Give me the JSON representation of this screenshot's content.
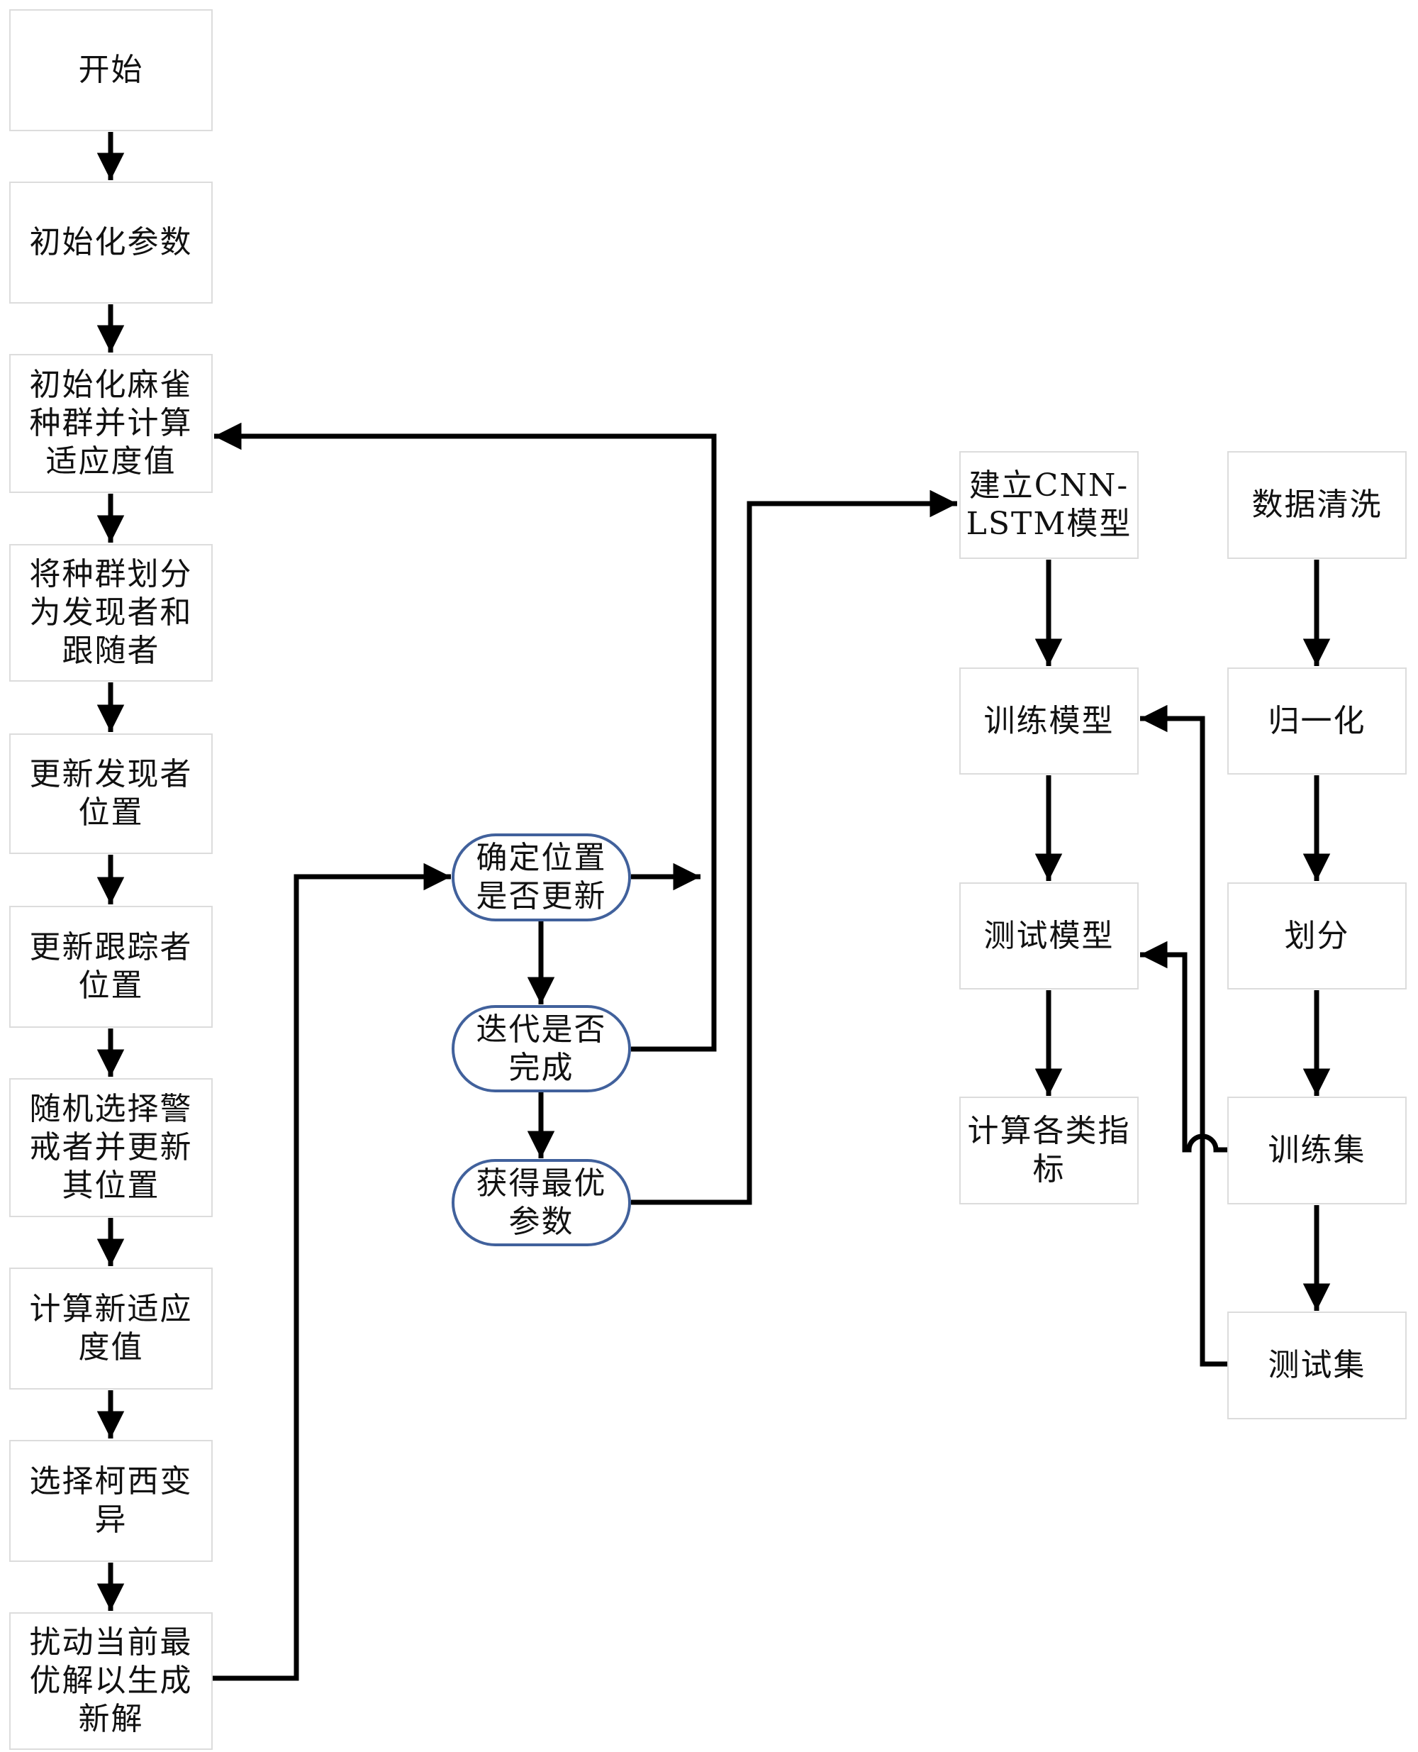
{
  "colors": {
    "box_border": "#dcdcdc",
    "decision_border": "#41619c",
    "arrow": "#000000",
    "text": "#111111"
  },
  "ssa_flow": {
    "steps": [
      {
        "label": "开始"
      },
      {
        "label": "初始化参数"
      },
      {
        "label": "初始化麻雀\n种群并计算\n适应度值"
      },
      {
        "label": "将种群划分\n为发现者和\n跟随者"
      },
      {
        "label": "更新发现者\n位置"
      },
      {
        "label": "更新跟踪者\n位置"
      },
      {
        "label": "随机选择警\n戒者并更新\n其位置"
      },
      {
        "label": "计算新适应\n度值"
      },
      {
        "label": "选择柯西变\n异"
      },
      {
        "label": "扰动当前最\n优解以生成\n新解"
      }
    ]
  },
  "decisions": [
    {
      "label": "确定位置\n是否更新"
    },
    {
      "label": "迭代是否\n完成"
    },
    {
      "label": "获得最优\n参数"
    }
  ],
  "model_flow": {
    "steps": [
      {
        "label": "建立CNN-\nLSTM模型"
      },
      {
        "label": "训练模型"
      },
      {
        "label": "测试模型"
      },
      {
        "label": "计算各类指\n标"
      }
    ]
  },
  "data_flow": {
    "steps": [
      {
        "label": "数据清洗"
      },
      {
        "label": "归一化"
      },
      {
        "label": "划分"
      },
      {
        "label": "训练集"
      },
      {
        "label": "测试集"
      }
    ]
  }
}
